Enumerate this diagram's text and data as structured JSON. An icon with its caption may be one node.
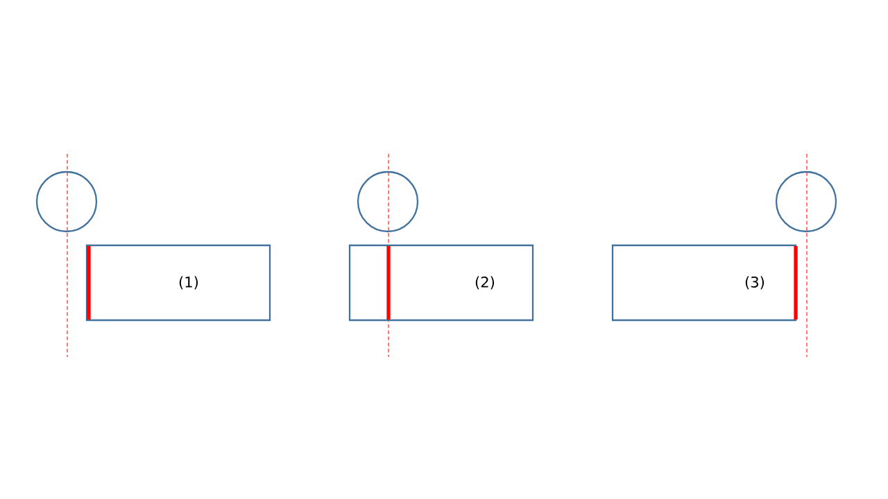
{
  "diagram": {
    "nodes": [
      {
        "text": [],
        "shape": "circle"
      },
      {
        "text": [
          "(1)"
        ]
      },
      {
        "text": [],
        "shape": "circle"
      },
      {
        "text": [
          "(2)"
        ]
      },
      {
        "text": [],
        "shape": "circle"
      },
      {
        "text": [
          "(3)"
        ]
      }
    ]
  }
}
